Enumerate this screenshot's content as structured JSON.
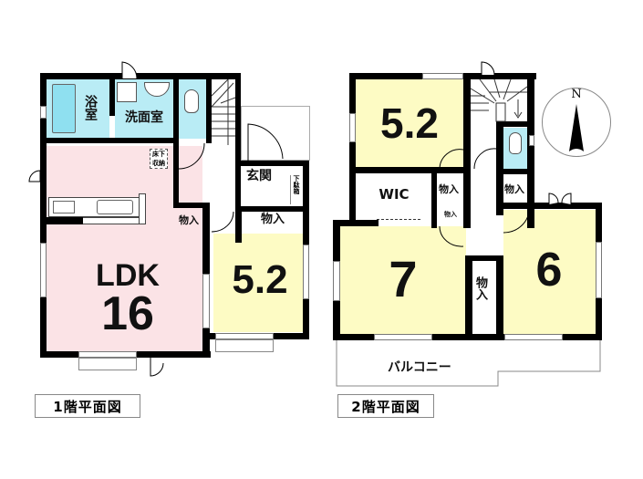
{
  "floor1": {
    "caption": "1階平面図",
    "rooms": {
      "bath": {
        "label": "浴室",
        "color": "#b9ecf5"
      },
      "washroom": {
        "label": "洗面室",
        "color": "#b9ecf5"
      },
      "toilet": {
        "label": "",
        "color": "#b9ecf5"
      },
      "ldk": {
        "label": "LDK",
        "size": "16",
        "color": "#fbe3e6"
      },
      "underfloor": {
        "label": "床下収納"
      },
      "entrance": {
        "label": "玄関"
      },
      "shoe_box": {
        "label": "下駄箱"
      },
      "closet_small": {
        "label": "物入"
      },
      "closet_room": {
        "label": "物入"
      },
      "room_western": {
        "size": "5.2",
        "color": "#fdfbc4"
      }
    }
  },
  "floor2": {
    "caption": "2階平面図",
    "rooms": {
      "room_north": {
        "size": "5.2",
        "color": "#fdfbc4"
      },
      "wic": {
        "label": "WIC"
      },
      "closet_a": {
        "label": "物入"
      },
      "closet_b": {
        "label": "物入"
      },
      "closet_c": {
        "label": "物入"
      },
      "closet_d": {
        "label": "物入"
      },
      "room_west": {
        "size": "7",
        "color": "#fdfbc4"
      },
      "room_east": {
        "size": "6",
        "color": "#fdfbc4"
      },
      "toilet": {
        "label": "",
        "color": "#b9ecf5"
      },
      "balcony": {
        "label": "バルコニー"
      }
    }
  },
  "compass": {
    "label": "N"
  }
}
